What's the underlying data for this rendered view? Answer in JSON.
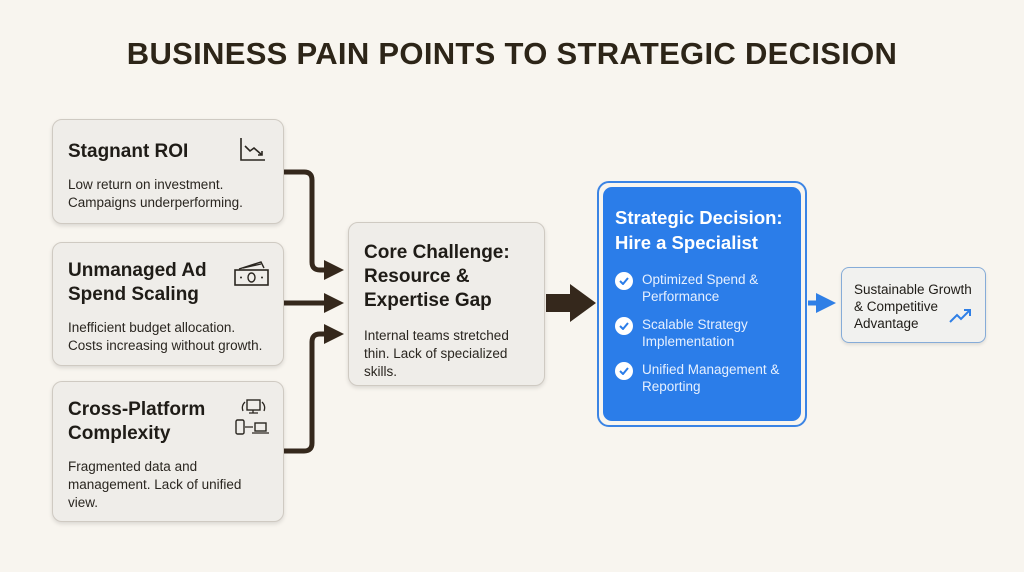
{
  "title": "BUSINESS PAIN POINTS TO STRATEGIC DECISION",
  "pain_points": [
    {
      "title": "Stagnant ROI",
      "description": "Low return on investment. Campaigns underperforming.",
      "icon": "chart-down-icon"
    },
    {
      "title": "Unmanaged Ad Spend Scaling",
      "description": "Inefficient budget allocation. Costs increasing without growth.",
      "icon": "money-icon"
    },
    {
      "title": "Cross-Platform Complexity",
      "description": "Fragmented data and management. Lack of unified view.",
      "icon": "devices-icon"
    }
  ],
  "core": {
    "title": "Core Challenge: Resource & Expertise Gap",
    "description": "Internal teams stretched thin. Lack of specialized skills."
  },
  "decision": {
    "title": "Strategic Decision: Hire a Specialist",
    "benefits": [
      "Optimized Spend & Performance",
      "Scalable Strategy Implementation",
      "Unified Management & Reporting"
    ]
  },
  "outcome": {
    "text": "Sustainable Growth & Competitive Advantage",
    "icon": "trend-up-icon"
  },
  "colors": {
    "accent": "#2b7de9",
    "arrow": "#35281c",
    "title": "#2d2518"
  }
}
